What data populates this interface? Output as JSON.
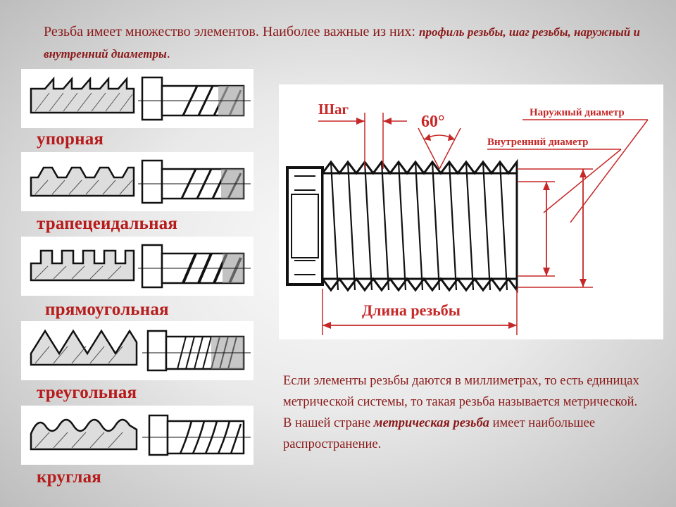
{
  "header": {
    "lead": "Резьба имеет множество элементов. Наиболее важные из них:",
    "emphasis": "профиль резьбы, шаг резьбы, наружный и внутренний диаметры",
    "tail": "."
  },
  "thread_types": [
    {
      "label": "упорная",
      "icon": "buttress-thread-icon"
    },
    {
      "label": "трапецеидальная",
      "icon": "trapezoidal-thread-icon"
    },
    {
      "label": "прямоугольная",
      "icon": "square-thread-icon"
    },
    {
      "label": "треугольная",
      "icon": "triangular-thread-icon"
    },
    {
      "label": "круглая",
      "icon": "round-thread-icon"
    }
  ],
  "diagram": {
    "pitch_label": "Шаг",
    "angle_label": "60°",
    "outer_diameter_label": "Наружный диаметр",
    "inner_diameter_label": "Внутренний диаметр",
    "thread_length_label": "Длина резьбы",
    "accent_color": "#c62828"
  },
  "body": {
    "text1": "Если элементы резьбы даются в миллиметрах, то есть единицах метрической системы, то такая резьба называется метрической. В нашей стране",
    "emphasis": "метрическая резьба",
    "text2": "имеет наибольшее распространение."
  }
}
